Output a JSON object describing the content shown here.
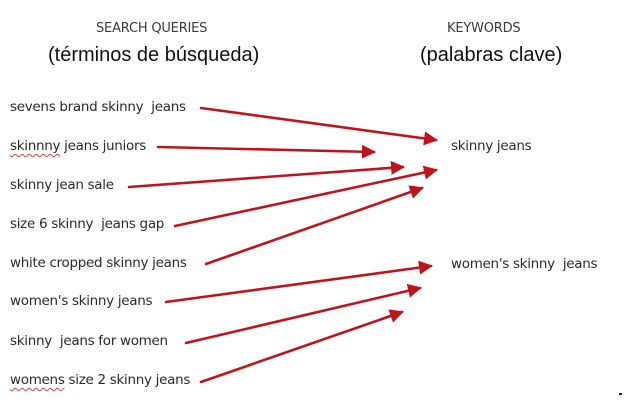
{
  "headers": {
    "left_title": "SEARCH QUERIES",
    "left_subtitle": "(términos de búsqueda)",
    "right_title": "KEYWORDS",
    "right_subtitle": "(palabras clave)"
  },
  "queries": [
    {
      "text": "sevens brand skinny  jeans",
      "maps_to": "skinny jeans"
    },
    {
      "misspelled": "skinnny",
      "rest": " jeans juniors",
      "text": "skinnny jeans juniors",
      "maps_to": "skinny jeans"
    },
    {
      "text": "skinny jean sale",
      "maps_to": "skinny jeans"
    },
    {
      "text": "size 6 skinny  jeans gap",
      "maps_to": "skinny jeans"
    },
    {
      "text": "white cropped skinny jeans",
      "maps_to": "skinny jeans"
    },
    {
      "text": "women's skinny jeans",
      "maps_to": "women's skinny  jeans"
    },
    {
      "text": "skinny  jeans for women",
      "maps_to": "women's skinny  jeans"
    },
    {
      "misspelled": "womens",
      "rest": " size 2 skinny jeans",
      "text": "womens size 2 skinny jeans",
      "maps_to": "women's skinny  jeans"
    }
  ],
  "keywords": [
    {
      "text": "skinny jeans"
    },
    {
      "text": "women's skinny  jeans"
    }
  ],
  "arrow_color": "#c0141c"
}
